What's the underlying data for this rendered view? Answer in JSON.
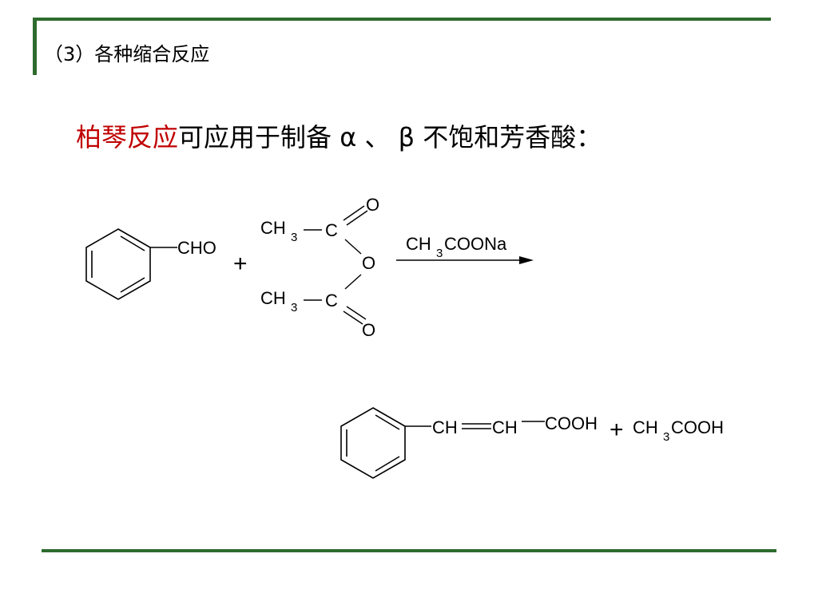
{
  "slide": {
    "heading": "（3）各种缩合反应",
    "subtitle_highlight": "柏琴反应",
    "subtitle_rest": "可应用于制备 α 、 β 不饱和芳香酸：",
    "colors": {
      "frame": "#2e6b2e",
      "highlight": "#c00000",
      "text": "#000000"
    }
  },
  "reaction": {
    "reactant1_group": "CHO",
    "plus1": "+",
    "anhydride": {
      "top_o": "O",
      "top_ch": "CH",
      "top_sub": "3",
      "top_c": "C",
      "bridge_o": "O",
      "bottom_ch": "CH",
      "bottom_sub": "3",
      "bottom_c": "C",
      "bottom_o": "O"
    },
    "catalyst": {
      "ch": "CH",
      "sub": "3",
      "rest": "COONa"
    },
    "product": {
      "ch1": "CH",
      "ch2": "CH",
      "cooh": "COOH",
      "plus": "+",
      "byproduct_ch": "CH",
      "byproduct_sub": "3",
      "byproduct_rest": "COOH"
    }
  }
}
